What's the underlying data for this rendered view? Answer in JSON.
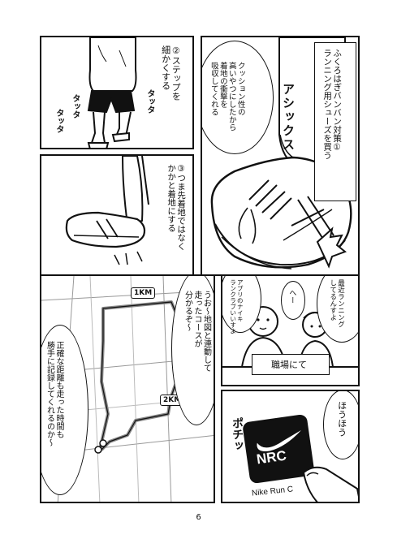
{
  "page_number": "6",
  "panels": {
    "p1": {
      "narration": "ふくろはぎバンバン対策①\nランニング用シューズを買う",
      "speech": "クッション性の\n高いやつにしたから\n着地の衝撃を\n吸収してくれる",
      "sfx": "アシックス"
    },
    "p2": {
      "narration": "②ステップを\n細かくする",
      "sfx": [
        "タッタ",
        "タッタ",
        "タッタ"
      ]
    },
    "p3": {
      "narration": "③つま先着地ではなく\nかかと着地にする"
    },
    "p4": {
      "speech_right": "最近ランニング\nしてるんすよ",
      "speech_mid": "へー",
      "speech_left": "アプリのナイキ\nランクラブいいすよ",
      "caption": "職場にて"
    },
    "p5": {
      "speech": "ほうほう",
      "sfx": "ポチッ",
      "icon_text": "NRC",
      "app_caption": "Nike Run C"
    },
    "p6": {
      "speech_right": "うお〜地図と連動して\n走ったコースが\n分かるぞ〜",
      "speech_left": "正確な距離も走った時間も\n勝手に記録してくれるのか〜",
      "marker_1": "1KM",
      "marker_2": "2KM"
    }
  }
}
